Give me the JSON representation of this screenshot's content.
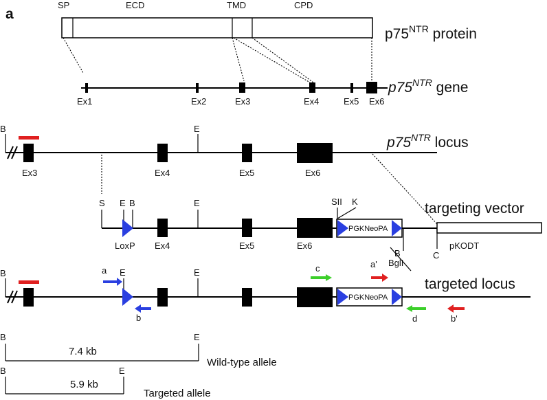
{
  "panel_label": "a",
  "protein": {
    "domains": [
      "SP",
      "ECD",
      "TMD",
      "CPD"
    ],
    "name_base": "p75",
    "name_sup": "NTR",
    "name_rest": " protein"
  },
  "gene": {
    "name_base": "p75",
    "name_sup": "NTR",
    "name_rest": " gene",
    "exons": [
      "Ex1",
      "Ex2",
      "Ex3",
      "Ex4",
      "Ex5",
      "Ex6"
    ]
  },
  "locus": {
    "name_base": "p75",
    "name_sup": "NTR",
    "name_rest": " locus",
    "site_B": "B",
    "site_E": "E",
    "exons": [
      "Ex3",
      "Ex4",
      "Ex5",
      "Ex6"
    ]
  },
  "vector": {
    "title": "targeting vector",
    "site_S": "S",
    "site_E1": "E",
    "site_B": "B",
    "site_E2": "E",
    "site_SII": "SII",
    "site_K": "K",
    "loxp": "LoxP",
    "exons": [
      "Ex4",
      "Ex5",
      "Ex6"
    ],
    "cassette": "PGKNeoPA",
    "bglii_B": "B",
    "bglii": "BglI",
    "site_C": "C",
    "plasmid": "pKODT"
  },
  "targeted": {
    "title": "targeted locus",
    "site_B": "B",
    "site_E1": "E",
    "site_E2": "E",
    "cassette": "PGKNeoPA",
    "primers": [
      "a",
      "b",
      "c",
      "d",
      "a'",
      "b'"
    ]
  },
  "colors": {
    "probe": "#e02020",
    "primer_blue": "#2a3fe0",
    "primer_green": "#3ccf2a",
    "primer_red": "#e02020",
    "loxp": "#2a3fe0"
  },
  "wild_allele": {
    "left": "B",
    "right": "E",
    "size": "7.4 kb",
    "label": "Wild-type allele"
  },
  "target_allele": {
    "left": "B",
    "right": "E",
    "size": "5.9 kb",
    "label": "Targeted allele"
  }
}
